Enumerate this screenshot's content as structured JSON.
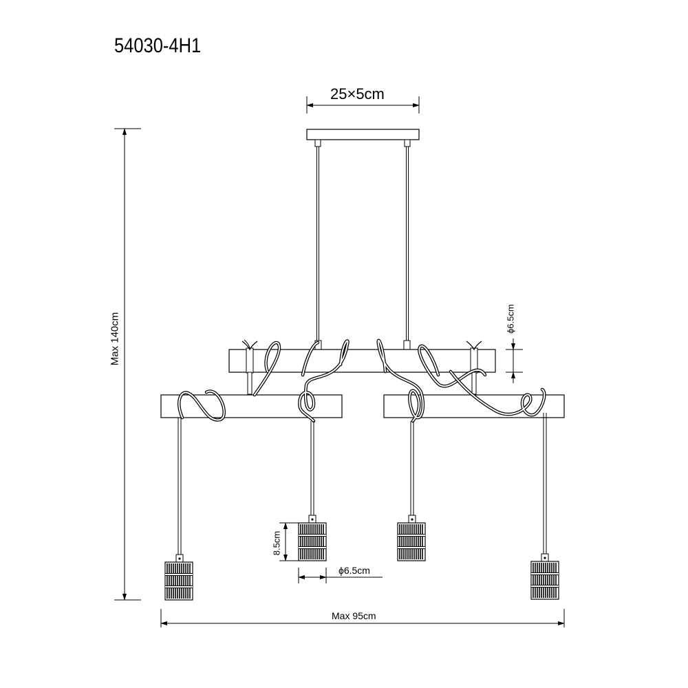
{
  "drawing": {
    "model_number": "54030-4H1",
    "dimensions": {
      "canopy": "25×5cm",
      "height": "Max 140cm",
      "bar_diameter": "ϕ6.5cm",
      "shade_height": "8.5cm",
      "shade_diameter": "ϕ6.5cm",
      "width": "Max 95cm"
    }
  }
}
